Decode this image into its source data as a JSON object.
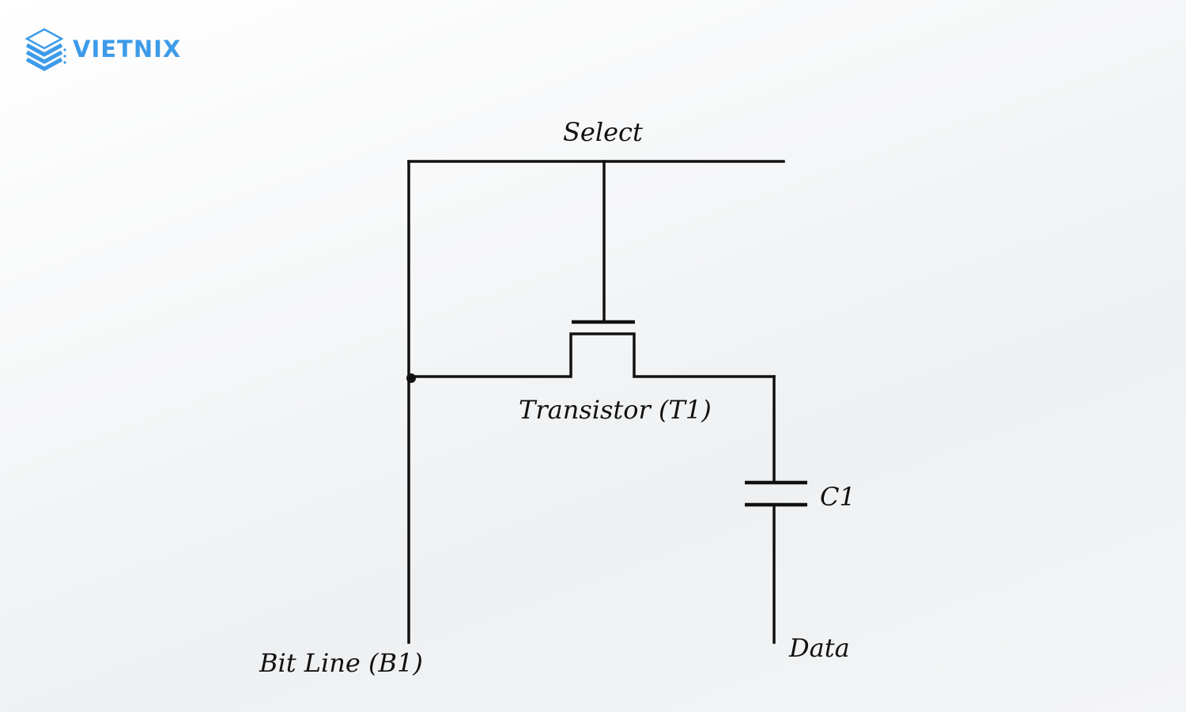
{
  "logo": {
    "text": "VIETNIX",
    "color": "#3d9be9",
    "icon": "stacked-layers-logo-icon"
  },
  "diagram": {
    "labels": {
      "select": "Select",
      "transistor": "Transistor (T1)",
      "capacitor": "C1",
      "data": "Data",
      "bit_line": "Bit Line (B1)"
    },
    "line_color": "#111111"
  }
}
